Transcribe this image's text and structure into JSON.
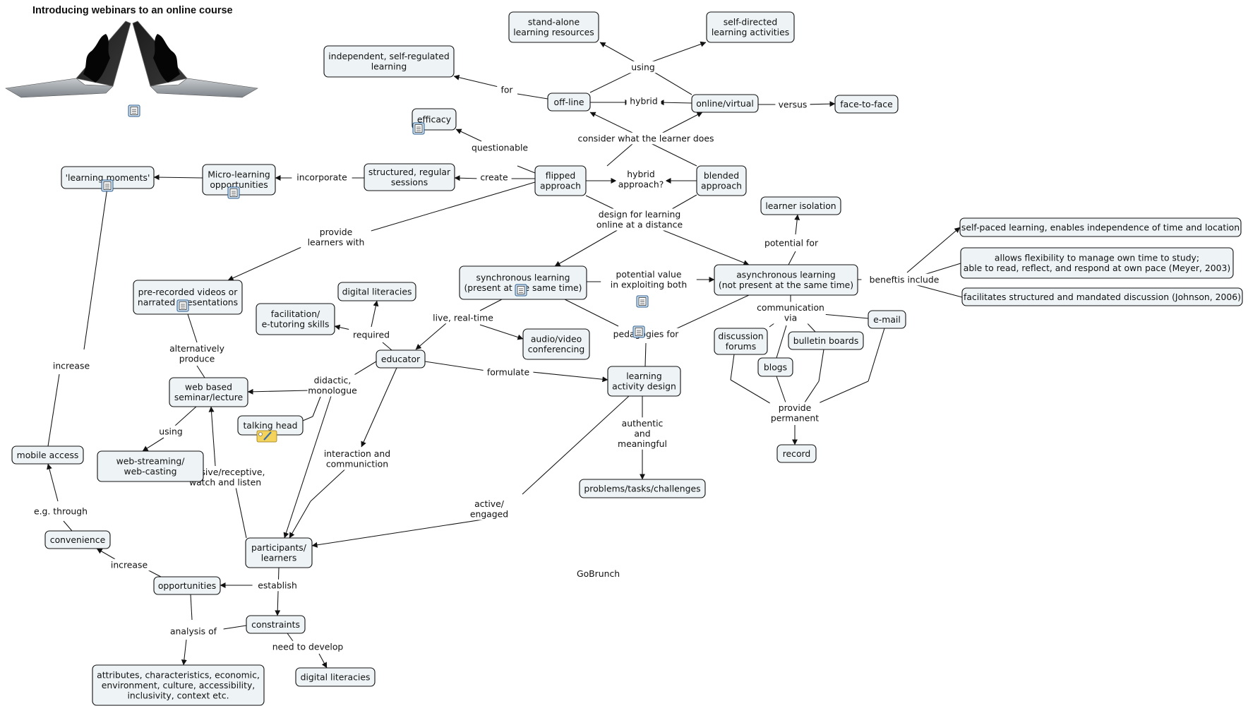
{
  "title": "Introducing webinars to an online course",
  "watermark": "GoBrunch",
  "nodes": {
    "standalone": [
      "stand-alone",
      "learning resources"
    ],
    "selfdirected": [
      "self-directed",
      "learning activities"
    ],
    "independent": [
      "independent, self-regulated",
      "learning"
    ],
    "offline": [
      "off-line"
    ],
    "online": [
      "online/virtual"
    ],
    "f2f": [
      "face-to-face"
    ],
    "efficacy": [
      "efficacy"
    ],
    "learningmoments": [
      "'learning moments'"
    ],
    "microlearning": [
      "Micro-learning",
      "opportunities"
    ],
    "structured": [
      "structured, regular",
      "sessions"
    ],
    "flipped": [
      "flipped",
      "approach"
    ],
    "blended": [
      "blended",
      "approach"
    ],
    "isolation": [
      "learner isolation"
    ],
    "selfpaced": [
      "self-paced learning, enables independence of time and location"
    ],
    "flexibility": [
      "allows flexibility to manage own time to study;",
      "able to read, reflect, and respond at own pace (Meyer, 2003)"
    ],
    "facilitates": [
      "facilitates structured and mandated discussion  (Johnson, 2006)"
    ],
    "sync": [
      "synchronous learning",
      "(present at the same time)"
    ],
    "async": [
      "asynchronous learning",
      "(not present at the same time)"
    ],
    "prerecorded": [
      "pre-recorded videos or",
      "narrated presentations"
    ],
    "digital1": [
      "digital literacies"
    ],
    "facilitation": [
      "facilitation/",
      "e-tutoring skills"
    ],
    "audiovideo": [
      "audio/video",
      "conferencing"
    ],
    "email": [
      "e-mail"
    ],
    "discussion": [
      "discussion",
      "forums"
    ],
    "bulletin": [
      "bulletin boards"
    ],
    "educator": [
      "educator"
    ],
    "blogs": [
      "blogs"
    ],
    "lad": [
      "learning",
      "activity design"
    ],
    "webseminar": [
      "web based",
      "seminar/lecture"
    ],
    "talkinghead": [
      "talking head"
    ],
    "mobile": [
      "mobile access"
    ],
    "streaming": [
      "web-streaming/",
      "web-casting"
    ],
    "record": [
      "record"
    ],
    "problems": [
      "problems/tasks/challenges"
    ],
    "convenience": [
      "convenience"
    ],
    "participants": [
      "participants/",
      "learners"
    ],
    "opportunities": [
      "opportunities"
    ],
    "constraints": [
      "constraints"
    ],
    "attributes": [
      "attributes, characteristics, economic,",
      "environment, culture, accessibility,",
      "inclusivity, context etc."
    ],
    "digital2": [
      "digital literacies"
    ]
  },
  "link_labels": {
    "using": [
      "using"
    ],
    "for": [
      "for"
    ],
    "hybrid": [
      "hybrid"
    ],
    "versus": [
      "versus"
    ],
    "consider": [
      "consider what the learner does"
    ],
    "questionable": [
      "questionable"
    ],
    "incorporate": [
      "incorporate"
    ],
    "create": [
      "create"
    ],
    "hybridq": [
      "hybrid",
      "approach?"
    ],
    "design": [
      "design for learning",
      "online at a distance"
    ],
    "potentialfor": [
      "potential for"
    ],
    "benefits": [
      "beneftis include"
    ],
    "provide": [
      "provide",
      "learners with"
    ],
    "potentialvalue": [
      "potential value",
      "in exploiting both"
    ],
    "communication": [
      "communication",
      "via"
    ],
    "livereal": [
      "live, real-time"
    ],
    "required": [
      "required"
    ],
    "pedagogies": [
      "pedagogies for"
    ],
    "altproduce": [
      "alternatively",
      "produce"
    ],
    "didactic": [
      "didactic,",
      "monologue"
    ],
    "formulate": [
      "formulate"
    ],
    "providepermanent": [
      "provide",
      "permanent"
    ],
    "authentic": [
      "authentic",
      "and",
      "meaningful"
    ],
    "using2": [
      "using"
    ],
    "increase1": [
      "increase"
    ],
    "interaction": [
      "interaction and",
      "communiction"
    ],
    "passive": [
      "passive/receptive,",
      "watch and listen"
    ],
    "eg": [
      "e.g. through"
    ],
    "active": [
      "active/",
      "engaged"
    ],
    "increase2": [
      "increase"
    ],
    "establish": [
      "establish"
    ],
    "analysis": [
      "analysis of"
    ],
    "needdevelop": [
      "need to develop"
    ]
  }
}
